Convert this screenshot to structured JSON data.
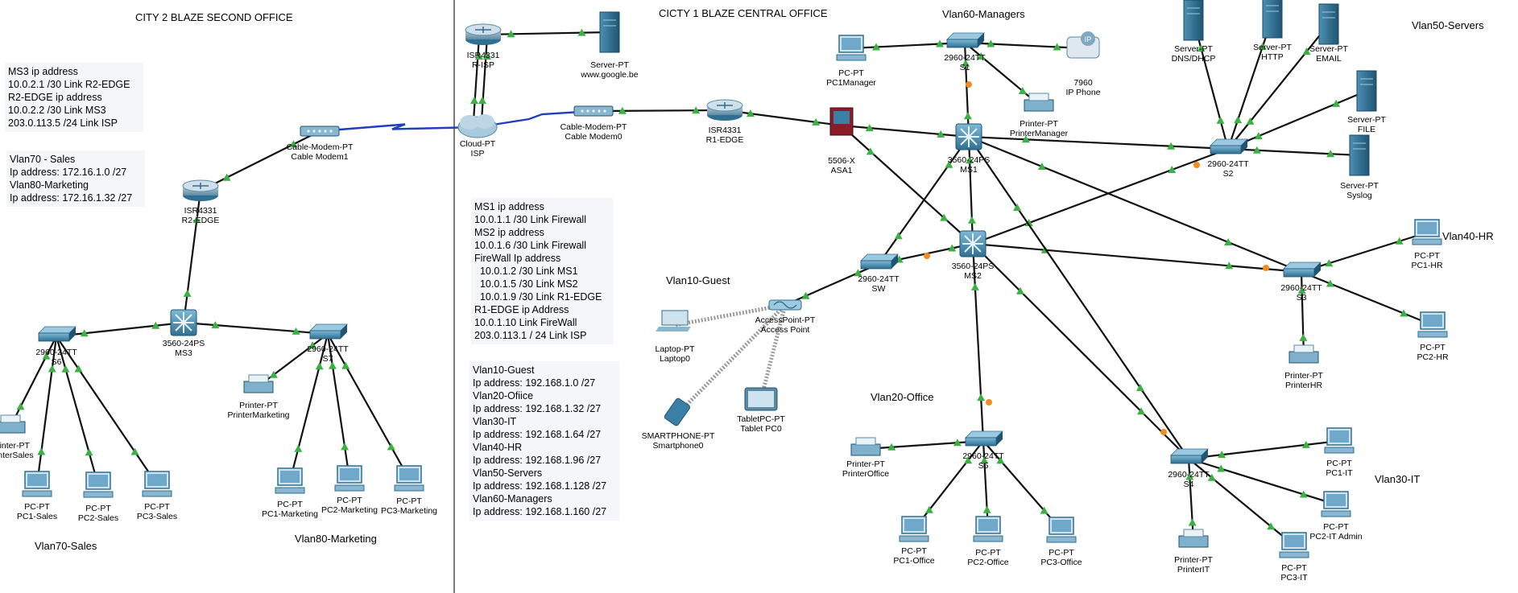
{
  "zones": {
    "city2": "CITY 2 BLAZE SECOND OFFICE",
    "city1": "CICTY 1 BLAZE CENTRAL OFFICE"
  },
  "vlan_labels": {
    "vlan60": "Vlan60-Managers",
    "vlan50": "Vlan50-Servers",
    "vlan40": "Vlan40-HR",
    "vlan30": "Vlan30-IT",
    "vlan20": "Vlan20-Office",
    "vlan10": "Vlan10-Guest",
    "vlan70": "Vlan70-Sales",
    "vlan80": "Vlan80-Marketing"
  },
  "info_boxes": {
    "ms3_box": [
      "MS3 ip address",
      "10.0.2.1 /30 Link R2-EDGE",
      "R2-EDGE ip address",
      "10.0.2.2 /30 Link MS3",
      "203.0.113.5 /24 Link ISP"
    ],
    "vlan70_80_box": [
      "Vlan70 - Sales",
      "Ip address: 172.16.1.0 /27",
      "Vlan80-Marketing",
      "Ip address: 172.16.1.32 /27"
    ],
    "core_box": [
      "MS1 ip address",
      "10.0.1.1 /30 Link Firewall",
      "MS2 ip address",
      "10.0.1.6 /30 Link Firewall",
      "FireWall Ip address",
      "  10.0.1.2 /30 Link MS1",
      "  10.0.1.5 /30 Link MS2",
      "  10.0.1.9 /30 Link R1-EDGE",
      "R1-EDGE ip Address",
      "10.0.1.10 Link FireWall",
      "203.0.113.1 / 24 Link ISP"
    ],
    "vlan_box": [
      "Vlan10-Guest",
      "Ip address: 192.168.1.0 /27",
      "Vlan20-Ofiice",
      "Ip address: 192.168.1.32 /27",
      "Vlan30-IT",
      "Ip address: 192.168.1.64 /27",
      "Vlan40-HR",
      "Ip address: 192.168.1.96 /27",
      "Vlan50-Servers",
      "Ip address: 192.168.1.128 /27",
      "Vlan60-Managers",
      "Ip address: 192.168.1.160 /27"
    ]
  },
  "devices": [
    {
      "id": "isp_router",
      "type": "router",
      "label": [
        "ISR4331",
        "R-ISP"
      ]
    },
    {
      "id": "google",
      "type": "server",
      "label": [
        "Server-PT",
        "www.google.be"
      ]
    },
    {
      "id": "cloud",
      "type": "cloud",
      "label": [
        "Cloud-PT",
        "ISP"
      ]
    },
    {
      "id": "modem0",
      "type": "modem",
      "label": [
        "Cable-Modem-PT",
        "Cable Modem0"
      ]
    },
    {
      "id": "r1",
      "type": "router",
      "label": [
        "ISR4331",
        "R1-EDGE"
      ]
    },
    {
      "id": "asa",
      "type": "firewall",
      "label": [
        "5506-X",
        "ASA1"
      ]
    },
    {
      "id": "ms1",
      "type": "mlswitch",
      "label": [
        "3560-24PS",
        "MS1"
      ]
    },
    {
      "id": "ms2",
      "type": "mlswitch",
      "label": [
        "3560-24PS",
        "MS2"
      ]
    },
    {
      "id": "s1",
      "type": "switch",
      "label": [
        "2960-24TT",
        "S1"
      ]
    },
    {
      "id": "pc1mgr",
      "type": "pc",
      "label": [
        "PC-PT",
        "PC1Manager"
      ]
    },
    {
      "id": "phone",
      "type": "phone",
      "label": [
        "7960",
        "IP Phone"
      ]
    },
    {
      "id": "prnmgr",
      "type": "printer",
      "label": [
        "Printer-PT",
        "PrinterManager"
      ]
    },
    {
      "id": "s2",
      "type": "switch",
      "label": [
        "2960-24TT",
        "S2"
      ]
    },
    {
      "id": "dns",
      "type": "server",
      "label": [
        "Server-PT",
        "DNS/DHCP"
      ]
    },
    {
      "id": "http",
      "type": "server",
      "label": [
        "Server-PT",
        "HTTP"
      ]
    },
    {
      "id": "email",
      "type": "server",
      "label": [
        "Server-PT",
        "EMAIL"
      ]
    },
    {
      "id": "file",
      "type": "server",
      "label": [
        "Server-PT",
        "FILE"
      ]
    },
    {
      "id": "syslog",
      "type": "server",
      "label": [
        "Server-PT",
        "Syslog"
      ]
    },
    {
      "id": "s3",
      "type": "switch",
      "label": [
        "2960-24TT",
        "S3"
      ]
    },
    {
      "id": "pc1hr",
      "type": "pc",
      "label": [
        "PC-PT",
        "PC1-HR"
      ]
    },
    {
      "id": "pc2hr",
      "type": "pc",
      "label": [
        "PC-PT",
        "PC2-HR"
      ]
    },
    {
      "id": "prnhr",
      "type": "printer",
      "label": [
        "Printer-PT",
        "PrinterHR"
      ]
    },
    {
      "id": "s4",
      "type": "switch",
      "label": [
        "2960-24TT",
        "S4"
      ]
    },
    {
      "id": "pc1it",
      "type": "pc",
      "label": [
        "PC-PT",
        "PC1-IT"
      ]
    },
    {
      "id": "pc2it",
      "type": "pc",
      "label": [
        "PC-PT",
        "PC2-IT Admin"
      ]
    },
    {
      "id": "pc3it",
      "type": "pc",
      "label": [
        "PC-PT",
        "PC3-IT"
      ]
    },
    {
      "id": "prnit",
      "type": "printer",
      "label": [
        "Printer-PT",
        "PrinterIT"
      ]
    },
    {
      "id": "s5",
      "type": "switch",
      "label": [
        "2960-24TT",
        "S5"
      ]
    },
    {
      "id": "prnoff",
      "type": "printer",
      "label": [
        "Printer-PT",
        "PrinterOffice"
      ]
    },
    {
      "id": "pc1off",
      "type": "pc",
      "label": [
        "PC-PT",
        "PC1-Office"
      ]
    },
    {
      "id": "pc2off",
      "type": "pc",
      "label": [
        "PC-PT",
        "PC2-Office"
      ]
    },
    {
      "id": "pc3off",
      "type": "pc",
      "label": [
        "PC-PT",
        "PC3-Office"
      ]
    },
    {
      "id": "sw",
      "type": "switch",
      "label": [
        "2960-24TT",
        "SW"
      ]
    },
    {
      "id": "ap",
      "type": "ap",
      "label": [
        "AccessPoint-PT",
        "Access Point"
      ]
    },
    {
      "id": "laptop",
      "type": "laptop",
      "label": [
        "Laptop-PT",
        "Laptop0"
      ]
    },
    {
      "id": "smart",
      "type": "phonesmart",
      "label": [
        "SMARTPHONE-PT",
        "Smartphone0"
      ]
    },
    {
      "id": "tablet",
      "type": "tablet",
      "label": [
        "TabletPC-PT",
        "Tablet PC0"
      ]
    },
    {
      "id": "modem1",
      "type": "modem",
      "label": [
        "Cable-Modem-PT",
        "Cable Modem1"
      ]
    },
    {
      "id": "r2",
      "type": "router",
      "label": [
        "ISR4331",
        "R2-EDGE"
      ]
    },
    {
      "id": "ms3",
      "type": "mlswitch",
      "label": [
        "3560-24PS",
        "MS3"
      ]
    },
    {
      "id": "s6",
      "type": "switch",
      "label": [
        "2960-24TT",
        "S6"
      ]
    },
    {
      "id": "s7",
      "type": "switch",
      "label": [
        "2960-24TT",
        "S7"
      ]
    },
    {
      "id": "prnsales",
      "type": "printer",
      "label": [
        "Printer-PT",
        "PrinterSales"
      ]
    },
    {
      "id": "pc1sales",
      "type": "pc",
      "label": [
        "PC-PT",
        "PC1-Sales"
      ]
    },
    {
      "id": "pc2sales",
      "type": "pc",
      "label": [
        "PC-PT",
        "PC2-Sales"
      ]
    },
    {
      "id": "pc3sales",
      "type": "pc",
      "label": [
        "PC-PT",
        "PC3-Sales"
      ]
    },
    {
      "id": "prnmkt",
      "type": "printer",
      "label": [
        "Printer-PT",
        "PrinterMarketing"
      ]
    },
    {
      "id": "pc1mkt",
      "type": "pc",
      "label": [
        "PC-PT",
        "PC1-Marketing"
      ]
    },
    {
      "id": "pc2mkt",
      "type": "pc",
      "label": [
        "PC-PT",
        "PC2-Marketing"
      ]
    },
    {
      "id": "pc3mkt",
      "type": "pc",
      "label": [
        "PC-PT",
        "PC3-Marketing"
      ]
    }
  ],
  "links": [
    {
      "from": "isp_router",
      "to": "google",
      "kind": "cu"
    },
    {
      "from": "cloud",
      "to": "modem0",
      "kind": "coax"
    },
    {
      "from": "modem0",
      "to": "r1",
      "kind": "cu"
    },
    {
      "from": "r1",
      "to": "asa",
      "kind": "cu"
    },
    {
      "from": "asa",
      "to": "ms1",
      "kind": "cu"
    },
    {
      "from": "asa",
      "to": "ms2",
      "kind": "cu"
    },
    {
      "from": "ms1",
      "to": "ms2",
      "kind": "cu"
    },
    {
      "from": "ms1",
      "to": "s1",
      "kind": "cu"
    },
    {
      "from": "s1",
      "to": "pc1mgr",
      "kind": "cu"
    },
    {
      "from": "s1",
      "to": "phone",
      "kind": "cu"
    },
    {
      "from": "s1",
      "to": "prnmgr",
      "kind": "cu"
    },
    {
      "from": "ms1",
      "to": "s2",
      "kind": "cu"
    },
    {
      "from": "ms2",
      "to": "s2",
      "kind": "cu"
    },
    {
      "from": "s2",
      "to": "dns",
      "kind": "cu"
    },
    {
      "from": "s2",
      "to": "http",
      "kind": "cu"
    },
    {
      "from": "s2",
      "to": "email",
      "kind": "cu"
    },
    {
      "from": "s2",
      "to": "file",
      "kind": "cu"
    },
    {
      "from": "s2",
      "to": "syslog",
      "kind": "cu"
    },
    {
      "from": "ms1",
      "to": "s3",
      "kind": "cu"
    },
    {
      "from": "ms2",
      "to": "s3",
      "kind": "cu"
    },
    {
      "from": "s3",
      "to": "pc1hr",
      "kind": "cu"
    },
    {
      "from": "s3",
      "to": "pc2hr",
      "kind": "cu"
    },
    {
      "from": "s3",
      "to": "prnhr",
      "kind": "cu"
    },
    {
      "from": "ms1",
      "to": "s4",
      "kind": "cu"
    },
    {
      "from": "ms2",
      "to": "s4",
      "kind": "cu"
    },
    {
      "from": "s4",
      "to": "pc1it",
      "kind": "cu"
    },
    {
      "from": "s4",
      "to": "pc2it",
      "kind": "cu"
    },
    {
      "from": "s4",
      "to": "pc3it",
      "kind": "cu"
    },
    {
      "from": "s4",
      "to": "prnit",
      "kind": "cu"
    },
    {
      "from": "ms2",
      "to": "s5",
      "kind": "cu"
    },
    {
      "from": "s5",
      "to": "prnoff",
      "kind": "cu"
    },
    {
      "from": "s5",
      "to": "pc1off",
      "kind": "cu"
    },
    {
      "from": "s5",
      "to": "pc2off",
      "kind": "cu"
    },
    {
      "from": "s5",
      "to": "pc3off",
      "kind": "cu"
    },
    {
      "from": "ms1",
      "to": "sw",
      "kind": "cu"
    },
    {
      "from": "ms2",
      "to": "sw",
      "kind": "cu"
    },
    {
      "from": "sw",
      "to": "ap",
      "kind": "cu"
    },
    {
      "from": "ap",
      "to": "laptop",
      "kind": "wifi"
    },
    {
      "from": "ap",
      "to": "smart",
      "kind": "wifi"
    },
    {
      "from": "ap",
      "to": "tablet",
      "kind": "wifi"
    },
    {
      "from": "cloud",
      "to": "modem1",
      "kind": "coax"
    },
    {
      "from": "modem1",
      "to": "r2",
      "kind": "cu"
    },
    {
      "from": "r2",
      "to": "ms3",
      "kind": "cu"
    },
    {
      "from": "ms3",
      "to": "s6",
      "kind": "cu"
    },
    {
      "from": "ms3",
      "to": "s7",
      "kind": "cu"
    },
    {
      "from": "s6",
      "to": "prnsales",
      "kind": "cu"
    },
    {
      "from": "s6",
      "to": "pc1sales",
      "kind": "cu"
    },
    {
      "from": "s6",
      "to": "pc2sales",
      "kind": "cu"
    },
    {
      "from": "s6",
      "to": "pc3sales",
      "kind": "cu"
    },
    {
      "from": "s7",
      "to": "prnmkt",
      "kind": "cu"
    },
    {
      "from": "s7",
      "to": "pc1mkt",
      "kind": "cu"
    },
    {
      "from": "s7",
      "to": "pc2mkt",
      "kind": "cu"
    },
    {
      "from": "s7",
      "to": "pc3mkt",
      "kind": "cu"
    }
  ],
  "colors": {
    "link": "#111111",
    "coax": "#1f3fbf",
    "link_up": "#3cb043",
    "link_pending": "#f28c1c",
    "device": "#3a7fa5",
    "device_dark": "#1f5572"
  }
}
